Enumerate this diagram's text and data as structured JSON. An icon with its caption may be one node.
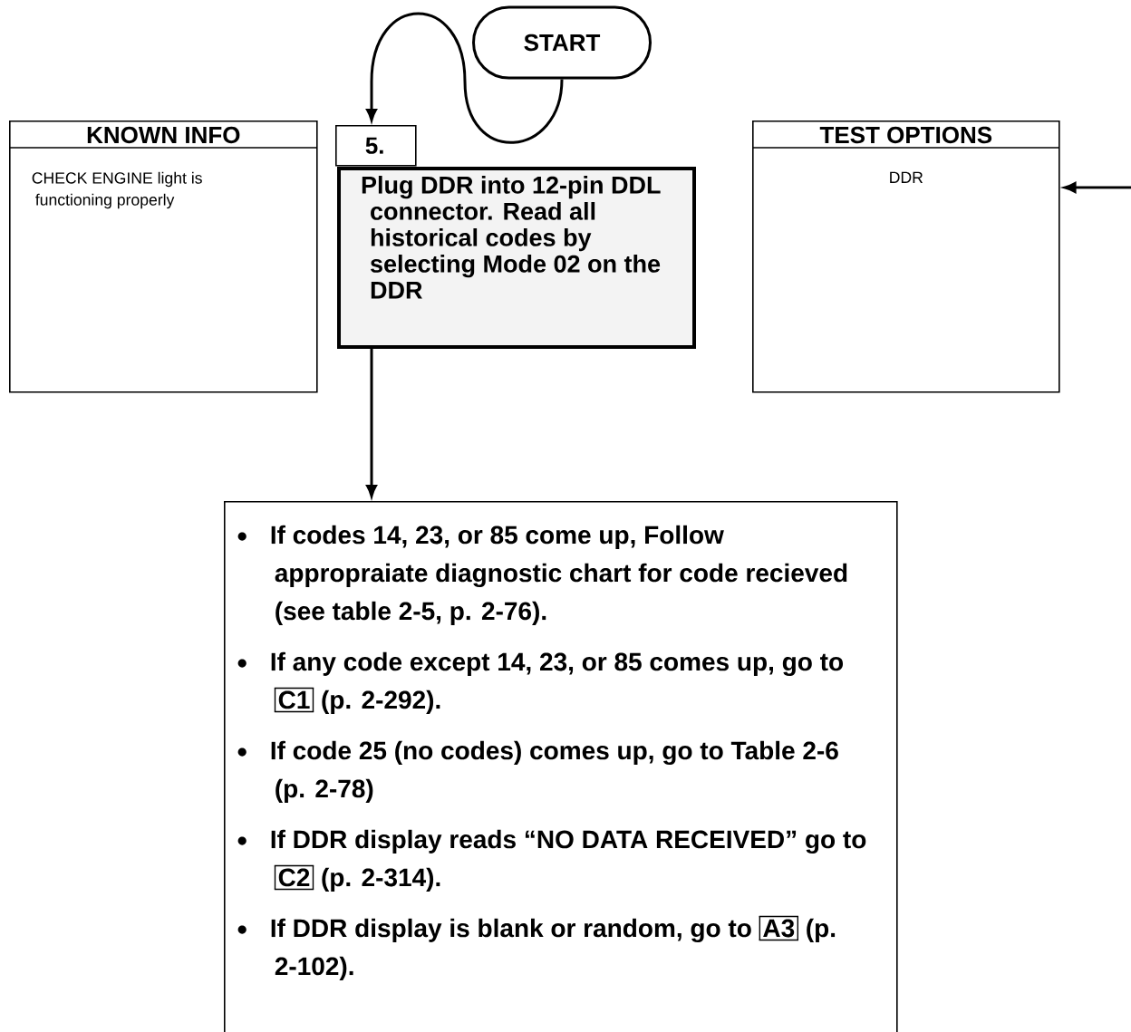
{
  "diagram": {
    "nodes": [
      {
        "text": [
          "START"
        ]
      },
      {
        "text": [
          "KNOWN INFO",
          "CHECK ENGINE light is functioning properly"
        ]
      },
      {
        "text": [
          "5."
        ]
      },
      {
        "text": [
          "Plug DDR into 12-pin DDL connector. Read all historical codes by selecting Mode 02 on the DDR"
        ]
      },
      {
        "text": [
          "TEST OPTIONS",
          "DDR"
        ]
      },
      {
        "text": [
          "If codes 14, 23, or 85 come up, Follow appropraiate diagnostic chart for code recieved (see table 2-5, p. 2-76).",
          "If any code except 14, 23, or 85 comes up, go to",
          "C1",
          "(p. 2-292).",
          "If code 25 (no codes) comes up, go to Table 2-6 (p. 2-78)",
          "If DDR display reads “NO DATA RECEIVED” go to",
          "C2",
          "(p. 2-314).",
          "If DDR display is blank or random, go to",
          "A3",
          "(p. 2-102)."
        ]
      }
    ],
    "edges": [
      {
        "from": 0,
        "to": 2,
        "arrow": "to"
      },
      {
        "from": 3,
        "to": 5,
        "arrow": "to"
      },
      {
        "from": null,
        "to": 4,
        "arrow": "to"
      }
    ]
  }
}
